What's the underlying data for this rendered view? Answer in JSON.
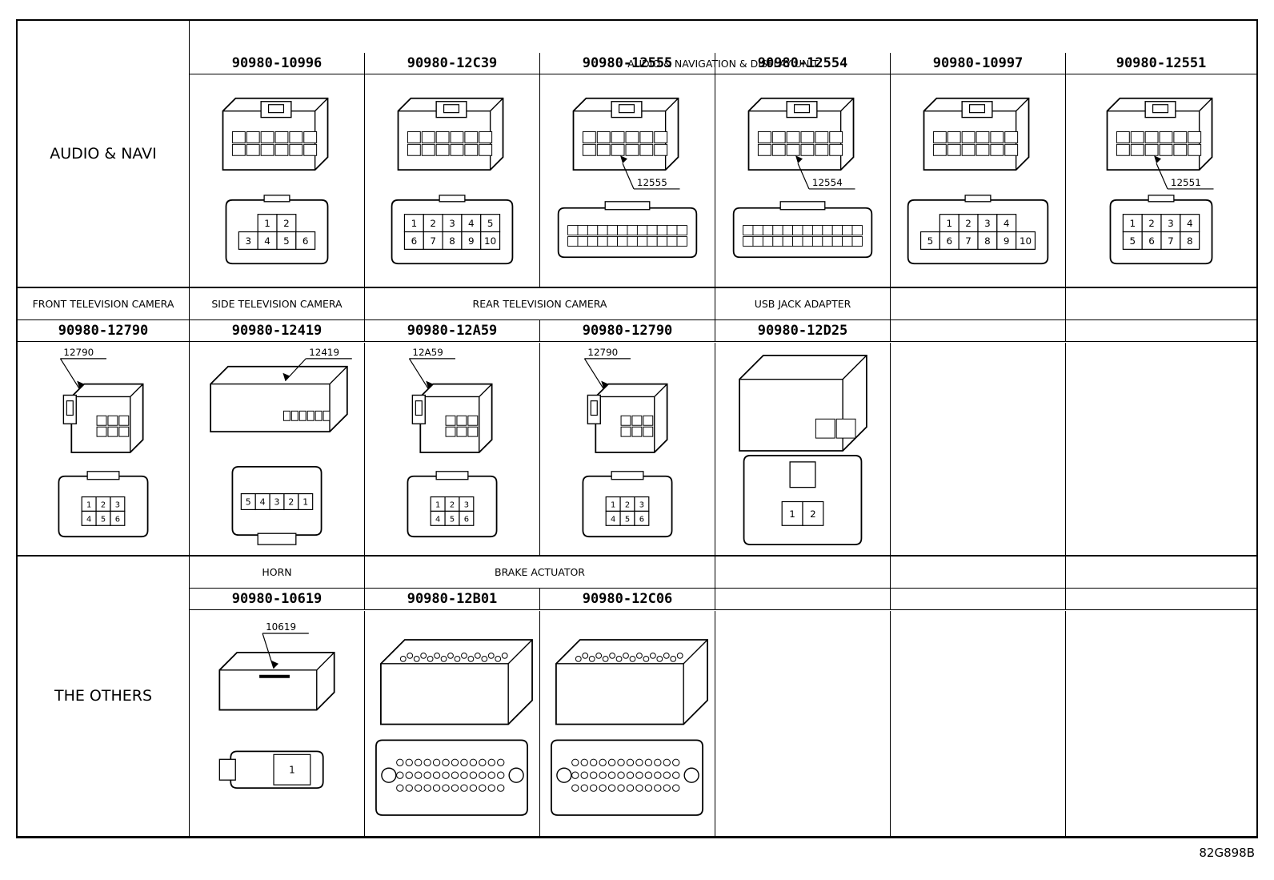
{
  "footer_code": "82G898B",
  "sections": [
    {
      "row_label": "AUDIO & NAVI",
      "group_headers": [
        {
          "text": "AUDIO & NAVIGATION & DISPLAY UNIT",
          "span": 6
        }
      ],
      "parts": [
        {
          "number": "90980-10996",
          "callout": "",
          "pins_top": [
            "1",
            "2"
          ],
          "pins_bottom": [
            "3",
            "4",
            "5",
            "6"
          ]
        },
        {
          "number": "90980-12C39",
          "callout": "",
          "pins_top": [
            "1",
            "2",
            "3",
            "4",
            "5"
          ],
          "pins_bottom": [
            "6",
            "7",
            "8",
            "9",
            "10"
          ]
        },
        {
          "number": "90980-12555",
          "callout": "12555",
          "pins_top": [],
          "pins_bottom": []
        },
        {
          "number": "90980-12554",
          "callout": "12554",
          "pins_top": [],
          "pins_bottom": []
        },
        {
          "number": "90980-10997",
          "callout": "",
          "pins_top": [
            "1",
            "2",
            "3",
            "4"
          ],
          "pins_bottom": [
            "5",
            "6",
            "7",
            "8",
            "9",
            "10"
          ]
        },
        {
          "number": "90980-12551",
          "callout": "12551",
          "pins_top": [
            "1",
            "2",
            "3",
            "4"
          ],
          "pins_bottom": [
            "5",
            "6",
            "7",
            "8"
          ]
        }
      ]
    },
    {
      "row_label": "",
      "group_headers": [
        {
          "text": "FRONT TELEVISION CAMERA",
          "span": 1
        },
        {
          "text": "SIDE TELEVISION CAMERA",
          "span": 1
        },
        {
          "text": "REAR TELEVISION CAMERA",
          "span": 2
        },
        {
          "text": "USB JACK ADAPTER",
          "span": 1
        },
        {
          "text": "",
          "span": 1
        },
        {
          "text": "",
          "span": 1
        }
      ],
      "parts": [
        {
          "number": "90980-12790",
          "callout": "12790",
          "pins_top": [
            "1",
            "2",
            "3"
          ],
          "pins_bottom": [
            "4",
            "5",
            "6"
          ]
        },
        {
          "number": "90980-12419",
          "callout": "12419",
          "pins_top": [
            "5",
            "4",
            "3",
            "2",
            "1"
          ],
          "pins_bottom": []
        },
        {
          "number": "90980-12A59",
          "callout": "12A59",
          "pins_top": [
            "1",
            "2",
            "3"
          ],
          "pins_bottom": [
            "4",
            "5",
            "6"
          ]
        },
        {
          "number": "90980-12790",
          "callout": "12790",
          "pins_top": [
            "1",
            "2",
            "3"
          ],
          "pins_bottom": [
            "4",
            "5",
            "6"
          ]
        },
        {
          "number": "90980-12D25",
          "callout": "",
          "pins_top": [
            "1",
            "2"
          ],
          "pins_bottom": []
        },
        {
          "number": "",
          "callout": ""
        },
        {
          "number": "",
          "callout": ""
        }
      ]
    },
    {
      "row_label": "THE OTHERS",
      "group_headers": [
        {
          "text": "HORN",
          "span": 1
        },
        {
          "text": "BRAKE ACTUATOR",
          "span": 2
        },
        {
          "text": "",
          "span": 1
        },
        {
          "text": "",
          "span": 1
        },
        {
          "text": "",
          "span": 1
        }
      ],
      "parts": [
        {
          "number": "90980-10619",
          "callout": "10619",
          "pins_top": [
            "1"
          ],
          "pins_bottom": []
        },
        {
          "number": "90980-12B01",
          "callout": ""
        },
        {
          "number": "90980-12C06",
          "callout": ""
        },
        {
          "number": "",
          "callout": ""
        },
        {
          "number": "",
          "callout": ""
        },
        {
          "number": "",
          "callout": ""
        }
      ]
    }
  ]
}
